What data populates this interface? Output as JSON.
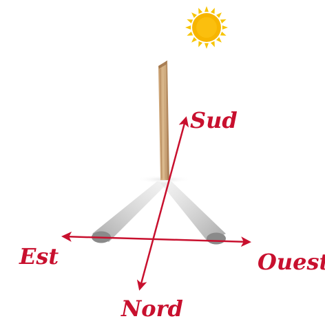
{
  "colors": {
    "arrow": "#c8102e",
    "label": "#c8102e",
    "sun_core": "#f7b500",
    "sun_rays": "#f7c400",
    "stick_light": "#d9b98f",
    "stick_dark": "#a87a4f",
    "shadow": "#8c8c8c",
    "background": "#ffffff"
  },
  "labels": {
    "north": "Nord",
    "south": "Sud",
    "east": "Est",
    "west": "Ouest"
  },
  "icons": {
    "sun": "sun-icon"
  }
}
